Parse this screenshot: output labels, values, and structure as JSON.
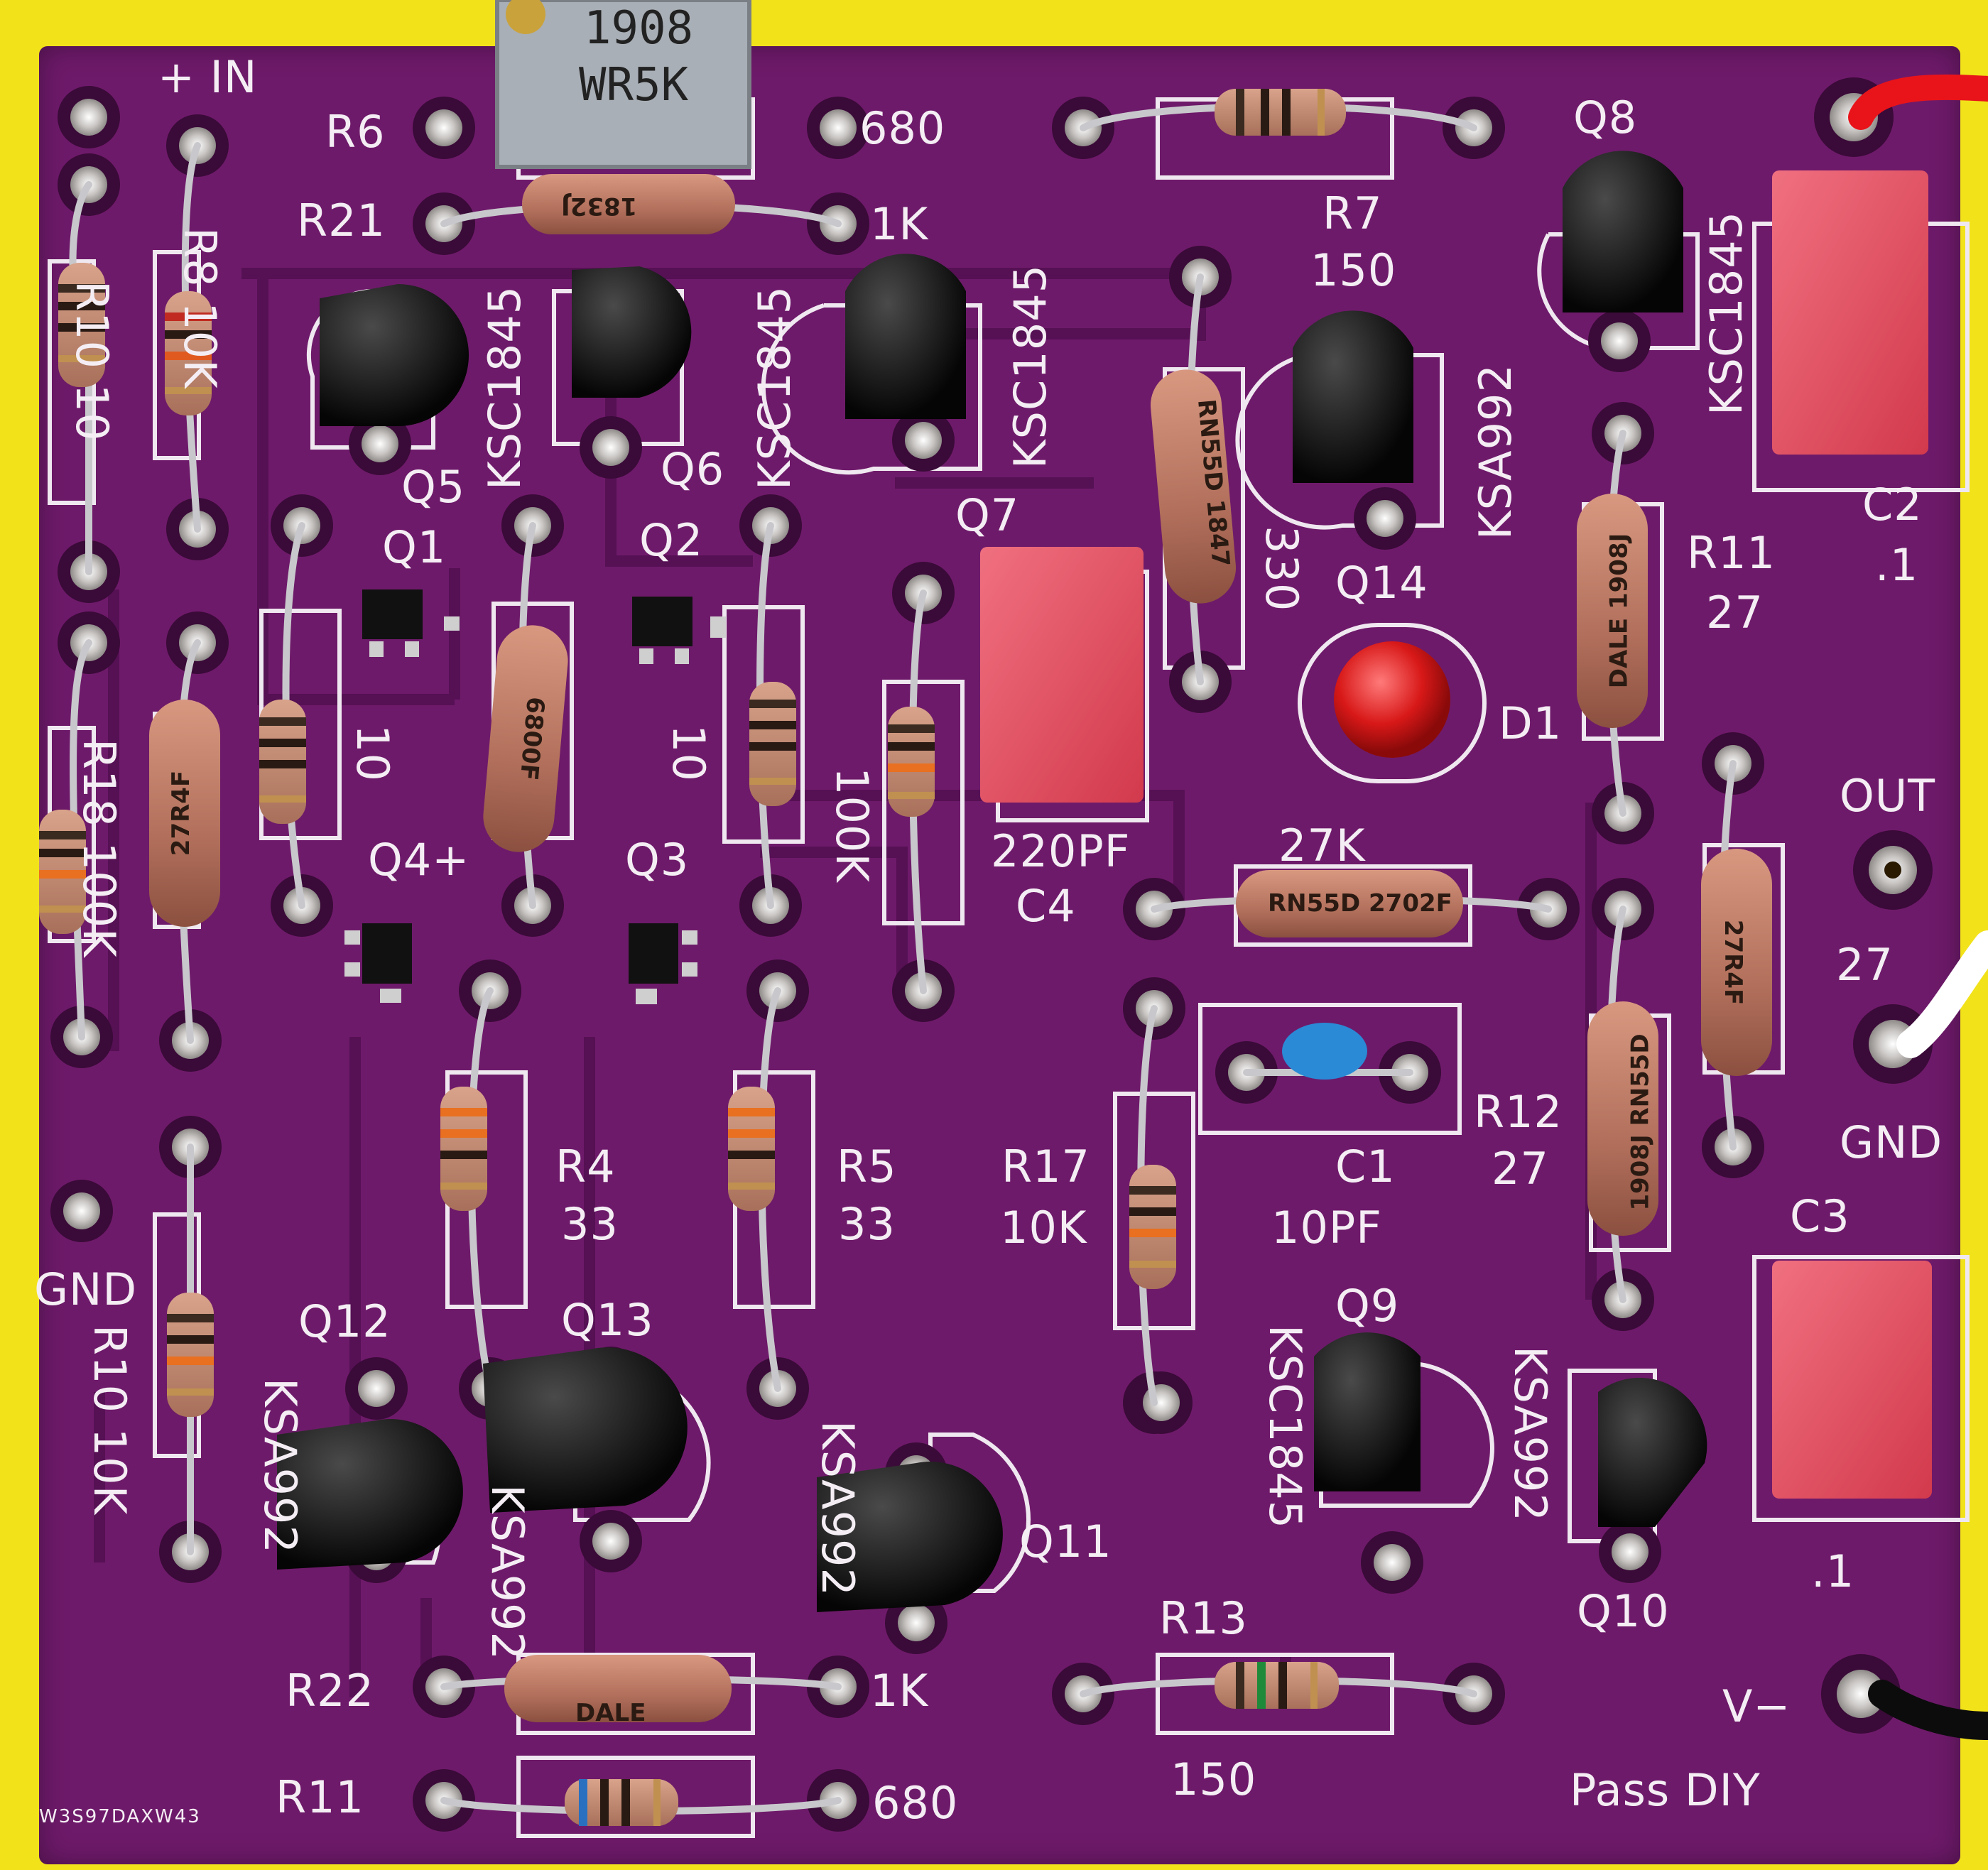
{
  "silkscreen": {
    "plus_in": "+ IN",
    "r6": "R6",
    "r6_value": "680",
    "r21": "R21",
    "r21_value": "1K",
    "r7": "R7",
    "r7_value": "150",
    "q8": "Q8",
    "q8_part": "KSC1845",
    "q5": "Q5",
    "q5_part": "KSC1845",
    "q6": "Q6",
    "q6_part": "KSC1845",
    "q7": "Q7",
    "q7_part": "KSC1845",
    "q14": "Q14",
    "q14_part": "KSA992",
    "r330": "330",
    "q1": "Q1",
    "q2": "Q2",
    "c2": "C2",
    "c2_value": ".1",
    "r11_right": "R11",
    "r11_right_value": "27",
    "d1": "D1",
    "out": "OUT",
    "q4": "Q4+",
    "q3": "Q3",
    "c4": "C4",
    "c4_value": "220PF",
    "r27k": "27K",
    "r27": "27",
    "r12": "R12",
    "r12_value": "27",
    "gnd_right": "GND",
    "r4": "R4",
    "r4_value": "33",
    "r5": "R5",
    "r5_value": "33",
    "r17": "R17",
    "r17_value": "10K",
    "c1": "C1",
    "c1_value": "10PF",
    "c3": "C3",
    "c3_value": ".1",
    "gnd_left": "GND",
    "r10": "R10 10K",
    "q12": "Q12",
    "q12_part": "KSA992",
    "q13": "Q13",
    "q13_part": "KSA992",
    "q11": "Q11",
    "q11_part": "KSA992",
    "q9": "Q9",
    "q9_part": "KSC1845",
    "q10": "Q10",
    "q10_part": "KSA992",
    "r13": "R13",
    "r13_value": "150",
    "r22": "R22",
    "r22_value": "1K",
    "r11_bottom": "R11",
    "r11_bottom_value": "680",
    "v_minus": "V−",
    "pass_diy": "Pass DIY",
    "board_id": "W3S97DAXW43",
    "r18": "R18 100K",
    "r10_left": "R10 10",
    "r8": "R8 10K",
    "r100k": "100K",
    "r10a": "10",
    "r10b": "10"
  },
  "component_markings": {
    "trimpot_top": "1908",
    "trimpot_bottom": "WR5K",
    "r21_body": "1832J",
    "r330_body": "RN55D 1847",
    "r11_body": "DALE 1908J",
    "r12_body": "1908J RN55D",
    "r27k_body": "RN55D 2702F",
    "r_6800f": "6800F",
    "r_27r4f_left": "27R4F",
    "r_27r4f_right": "27R4F",
    "r22_body": "DALE"
  },
  "colors": {
    "board": "#6e1a6a",
    "background": "#f2e21a",
    "silkscreen": "#f4eef4",
    "film_capacitor": "#e84a5a",
    "led": "#d81818"
  }
}
